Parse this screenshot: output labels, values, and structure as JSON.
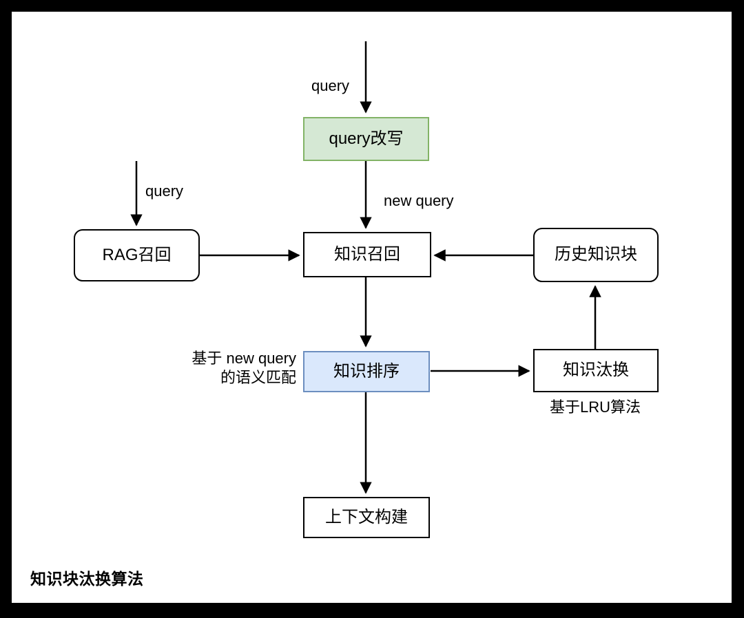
{
  "diagram": {
    "title": "知识块汰换算法",
    "background_color": "#ffffff",
    "frame_color": "#000000",
    "nodes": [
      {
        "id": "query-rewrite",
        "label": "query改写",
        "shape": "rect",
        "fill": "#d5e8d4",
        "stroke": "#82b366"
      },
      {
        "id": "rag-recall",
        "label": "RAG召回",
        "shape": "rounded-rect",
        "fill": "#ffffff",
        "stroke": "#000000"
      },
      {
        "id": "knowledge-recall",
        "label": "知识召回",
        "shape": "rect",
        "fill": "#ffffff",
        "stroke": "#000000"
      },
      {
        "id": "history-block",
        "label": "历史知识块",
        "shape": "rounded-rect",
        "fill": "#ffffff",
        "stroke": "#000000"
      },
      {
        "id": "knowledge-rank",
        "label": "知识排序",
        "shape": "rect",
        "fill": "#dae8fc",
        "stroke": "#6c8ebf"
      },
      {
        "id": "knowledge-evict",
        "label": "知识汰换",
        "shape": "rect",
        "fill": "#ffffff",
        "stroke": "#000000"
      },
      {
        "id": "context-build",
        "label": "上下文构建",
        "shape": "rect",
        "fill": "#ffffff",
        "stroke": "#000000"
      }
    ],
    "edge_labels": [
      {
        "id": "query-top",
        "text": "query"
      },
      {
        "id": "query-left",
        "text": "query"
      },
      {
        "id": "new-query",
        "text": "new query"
      },
      {
        "id": "semantic-match",
        "line1": "基于 new query",
        "line2": "的语义匹配"
      },
      {
        "id": "lru-note",
        "text": "基于LRU算法"
      }
    ],
    "edges": [
      {
        "from": "input-top",
        "to": "query-rewrite",
        "label": "query"
      },
      {
        "from": "query-rewrite",
        "to": "knowledge-recall",
        "label": "new query"
      },
      {
        "from": "input-left",
        "to": "rag-recall",
        "label": "query"
      },
      {
        "from": "rag-recall",
        "to": "knowledge-recall",
        "label": ""
      },
      {
        "from": "history-block",
        "to": "knowledge-recall",
        "label": ""
      },
      {
        "from": "knowledge-recall",
        "to": "knowledge-rank",
        "label": "基于 new query 的语义匹配"
      },
      {
        "from": "knowledge-rank",
        "to": "knowledge-evict",
        "label": ""
      },
      {
        "from": "knowledge-evict",
        "to": "history-block",
        "label": "基于LRU算法"
      },
      {
        "from": "knowledge-rank",
        "to": "context-build",
        "label": ""
      }
    ]
  }
}
